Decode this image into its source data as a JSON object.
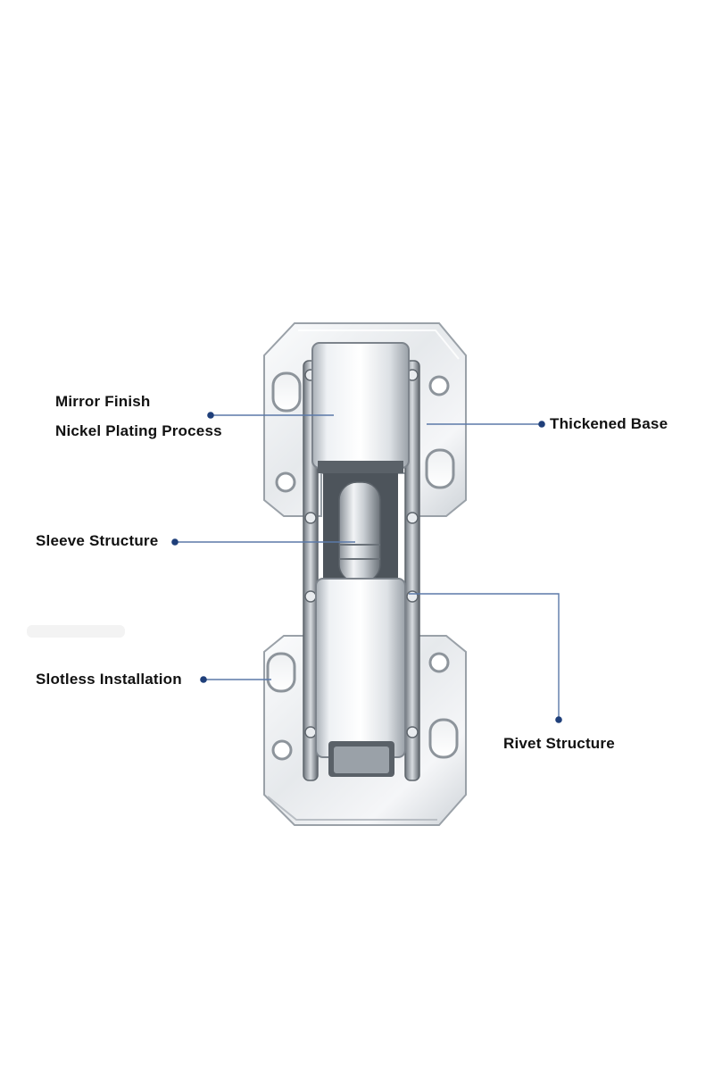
{
  "callouts": {
    "mirror_finish": "Mirror Finish",
    "nickel_plating": "Nickel Plating Process",
    "thickened_base": "Thickened Base",
    "sleeve_structure": "Sleeve Structure",
    "slotless_installation": "Slotless Installation",
    "rivet_structure": "Rivet Structure"
  },
  "colors": {
    "leader_line": "#5b79a8",
    "leader_dot": "#1f3f7a",
    "metal_light": "#f4f6f8",
    "metal_mid": "#c9ced4",
    "metal_dark": "#7d848c"
  }
}
